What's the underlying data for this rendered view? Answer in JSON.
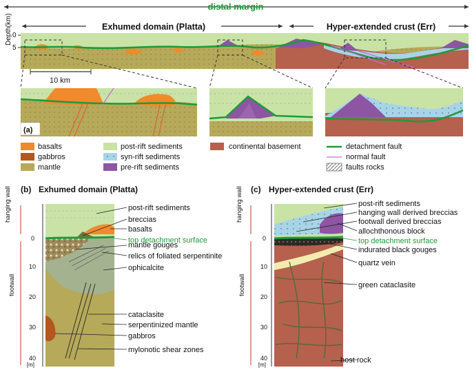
{
  "header": {
    "title": "distal margin",
    "left_domain": "Exhumed domain (Platta)",
    "right_domain": "Hyper-extended crust  (Err)"
  },
  "profile": {
    "depth_label": "Depth(km)",
    "depth_ticks": [
      "0",
      "5"
    ],
    "scale_label": "10 km",
    "panel_label": "(a)"
  },
  "legend": {
    "col1": [
      "basalts",
      "gabbros",
      "mantle"
    ],
    "col2": [
      "post-rift sediments",
      "syn-rift sediments",
      "pre-rift sediments"
    ],
    "col3": [
      "continental basement"
    ],
    "col4": [
      "detachment fault",
      "normal fault",
      "faults rocks"
    ]
  },
  "colors": {
    "basalt": "#f08a2c",
    "gabbro": "#b4561e",
    "mantle": "#b6a95a",
    "post_rift": "#c9e3a6",
    "syn_rift": "#a8d4e8",
    "pre_rift": "#8e55a3",
    "basement": "#b5614e",
    "detachment": "#1f9a3a",
    "normal_fault": "#c86ad8",
    "accent_green": "#1f9a3a"
  },
  "panel_b": {
    "label": "(b)",
    "title": "Exhumed domain  (Platta)",
    "hanging_wall": "hanging wall",
    "footwall": "footwall",
    "ticks": [
      "0",
      "10",
      "20",
      "30",
      "40"
    ],
    "unit": "[m]",
    "labels": [
      "post-rift sediments",
      "breccias",
      "basalts",
      "top detachment surface",
      "mantle gouges",
      "relics of foliated serpentinite",
      "ophicalcite",
      "cataclasite",
      "serpentinized mantle",
      "gabbros",
      "mylonotic shear zones"
    ]
  },
  "panel_c": {
    "label": "(c)",
    "title": "Hyper-extended crust  (Err)",
    "hanging_wall": "hanging wall",
    "footwall": "footwall",
    "ticks": [
      "0",
      "10",
      "20",
      "30",
      "40"
    ],
    "unit": "[m]",
    "labels": [
      "post-rift sediments",
      "hanging wall derived breccias",
      "footwall derived breccias",
      "allochthonous block",
      "top detachment surface",
      "indurated black gouges",
      "quartz vein",
      "green cataclasite",
      "host rock"
    ]
  }
}
